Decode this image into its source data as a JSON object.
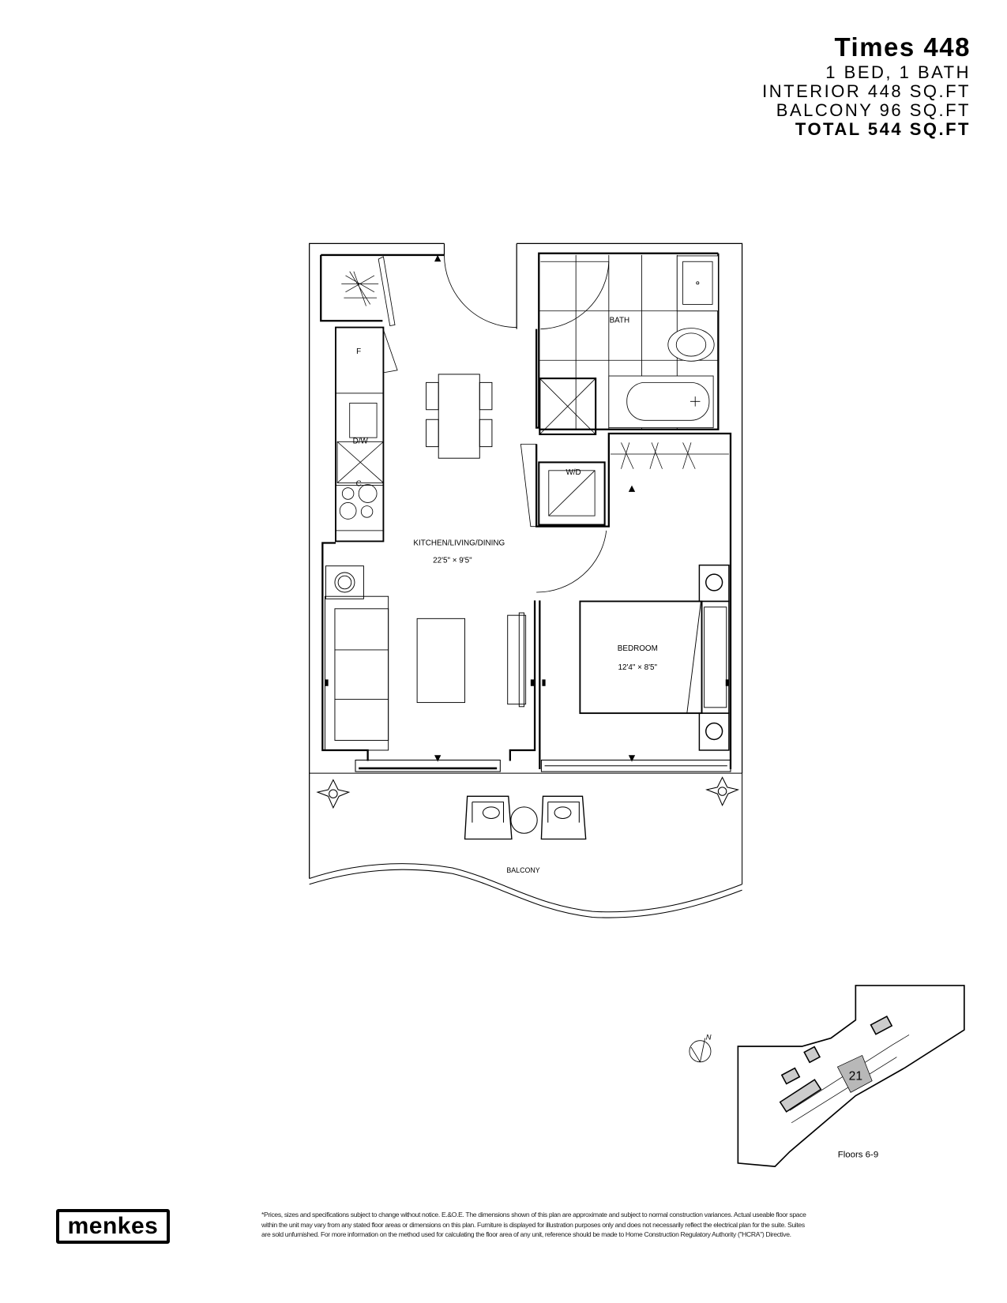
{
  "header": {
    "title": "Times 448",
    "beds_baths": "1 BED, 1 BATH",
    "interior": "INTERIOR 448 SQ.FT",
    "balcony": "BALCONY 96 SQ.FT",
    "total": "TOTAL 544 SQ.FT"
  },
  "plan": {
    "rooms": {
      "bath": "BATH",
      "fridge": "F",
      "dishwasher": "D/W",
      "cooktop": "C",
      "washer_dryer": "W/D",
      "kitchen_name": "KITCHEN/LIVING/DINING",
      "kitchen_dims": "22'5\"  ×  9'5\"",
      "bedroom_name": "BEDROOM",
      "bedroom_dims": "12'4\"  ×  8'5\"",
      "balcony": "BALCONY"
    }
  },
  "key_plan": {
    "north": "N",
    "unit_number": "21",
    "floors": "Floors 6-9",
    "highlight_color": "#b8b8b8"
  },
  "logo": "menkes",
  "footer": {
    "lines": [
      "*Prices, sizes and specifications subject to change without notice. E.&O.E. The dimensions shown of this plan are approximate and subject to normal construction variances. Actual useable floor space",
      "within the unit may vary from any stated floor areas or dimensions on this plan. Furniture is displayed for illustration purposes only and does not necessarily reflect the electrical plan for the suite. Suites",
      "are sold unfurnished. For more information on the method used for calculating the floor area of any unit, reference should be made to Home Construction Regulatory Authority (\"HCRA\") Directive."
    ]
  }
}
